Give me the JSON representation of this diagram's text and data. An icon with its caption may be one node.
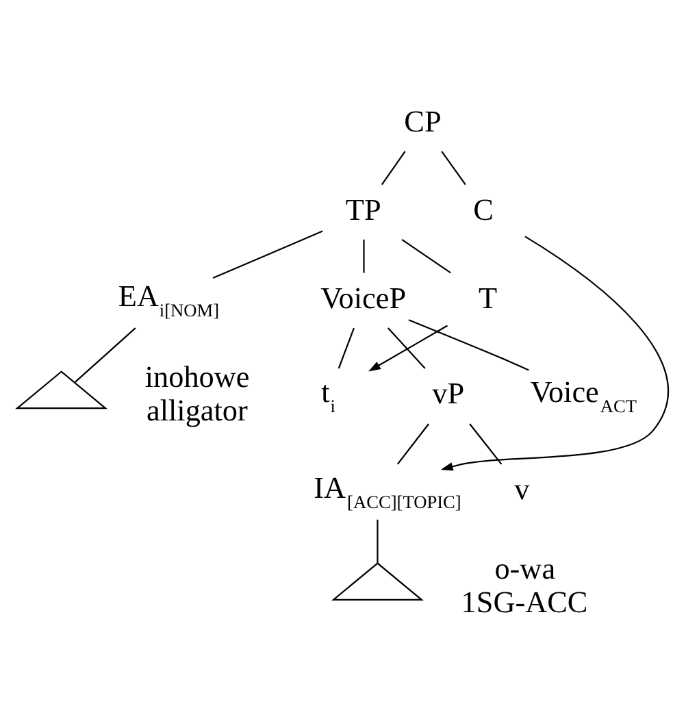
{
  "diagram": {
    "nodes": [
      {
        "text": [
          "CP"
        ]
      },
      {
        "text": [
          "TP"
        ]
      },
      {
        "text": [
          "C"
        ]
      },
      {
        "text": [
          "EA$_{i[NOM]}$"
        ]
      },
      {
        "text": [],
        "shape": "triangle",
        "beside": [
          "inohowe",
          "alligator"
        ]
      },
      {
        "text": [
          "VoiceP"
        ]
      },
      {
        "text": [
          "T"
        ]
      },
      {
        "text": [
          "t$_{i}$"
        ]
      },
      {
        "text": [
          "vP"
        ]
      },
      {
        "text": [
          "Voice$_{ACT}$"
        ]
      },
      {
        "text": [
          "IA$_{[ACC][TOPIC]}$"
        ]
      },
      {
        "text": [
          "v"
        ]
      },
      {
        "text": [],
        "shape": "triangle",
        "beside": [
          "o-wa",
          "1SG-ACC"
        ]
      }
    ],
    "edges": [
      {
        "from": 0,
        "to": 1,
        "arrow": "none"
      },
      {
        "from": 0,
        "to": 2,
        "arrow": "none"
      },
      {
        "from": 1,
        "to": 3,
        "arrow": "none"
      },
      {
        "from": 1,
        "to": 5,
        "arrow": "none"
      },
      {
        "from": 1,
        "to": 6,
        "arrow": "none"
      },
      {
        "from": 3,
        "to": 4,
        "arrow": "none"
      },
      {
        "from": 5,
        "to": 7,
        "arrow": "none"
      },
      {
        "from": 5,
        "to": 8,
        "arrow": "none"
      },
      {
        "from": 5,
        "to": 9,
        "arrow": "none"
      },
      {
        "from": 8,
        "to": 10,
        "arrow": "none"
      },
      {
        "from": 8,
        "to": 11,
        "arrow": "none"
      },
      {
        "from": 10,
        "to": 12,
        "arrow": "none"
      },
      {
        "from": 2,
        "to": 10,
        "arrow": "to"
      },
      {
        "from": 6,
        "to": 7,
        "arrow": "to"
      }
    ]
  }
}
